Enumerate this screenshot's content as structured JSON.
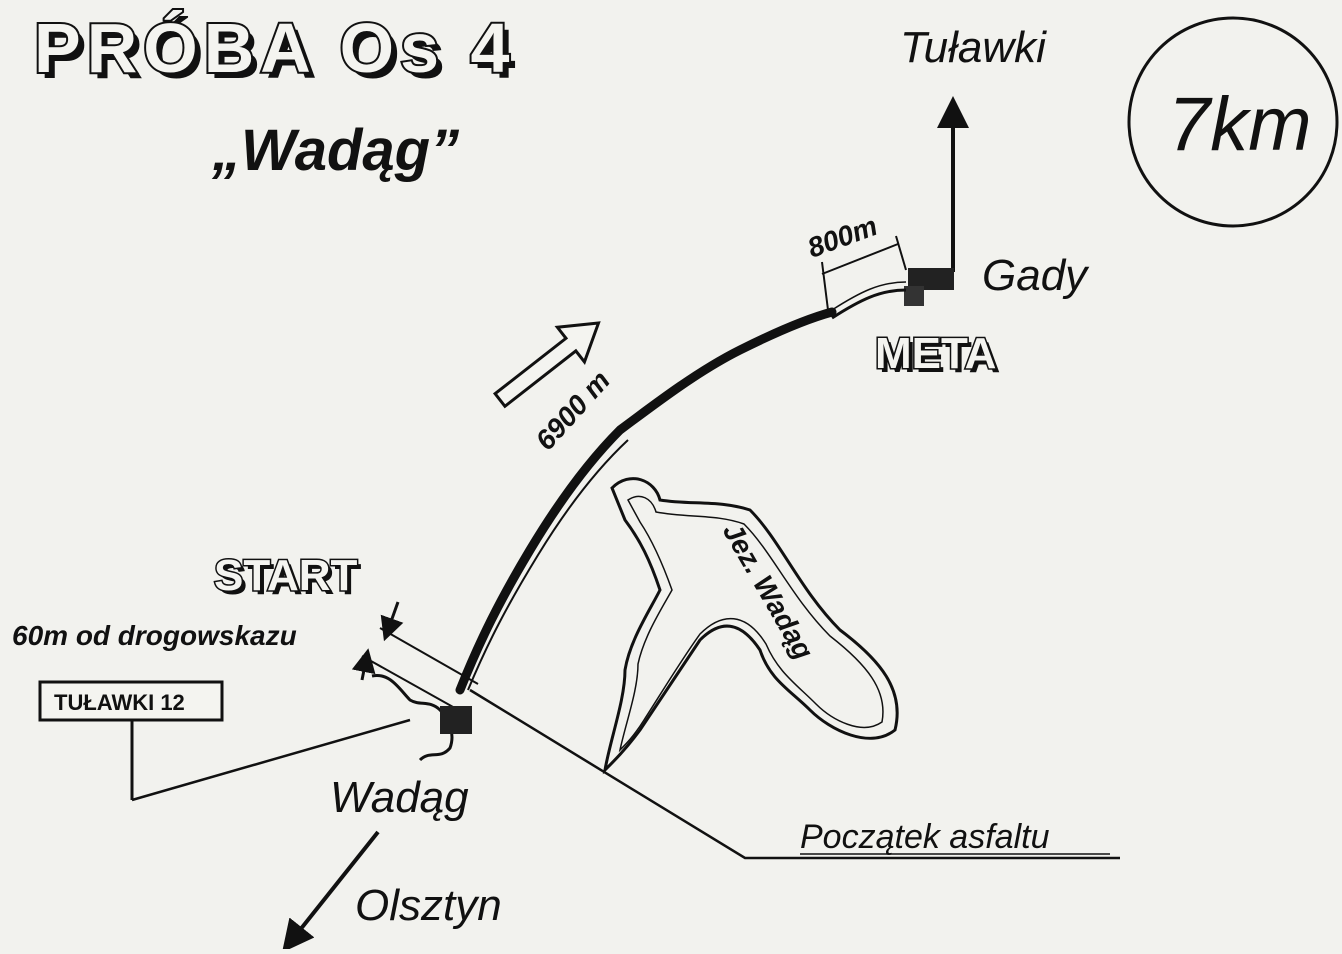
{
  "title": "PRÓBA Os 4",
  "subtitle": "„Wadąg”",
  "distance_badge": "7km",
  "labels": {
    "tulawki_top": "Tuławki",
    "gady": "Gady",
    "meta": "META",
    "start": "START",
    "start_offset": "60m od drogowskazu",
    "sign": "TUŁAWKI 12",
    "wadag_village": "Wadąg",
    "lake": "Jez. Wadąg",
    "asphalt": "Początek asfaltu",
    "olsztyn": "Olsztyn",
    "seg_long": "6900 m",
    "seg_short": "800m"
  },
  "colors": {
    "ink": "#111111",
    "paper": "#f2f2ee"
  }
}
